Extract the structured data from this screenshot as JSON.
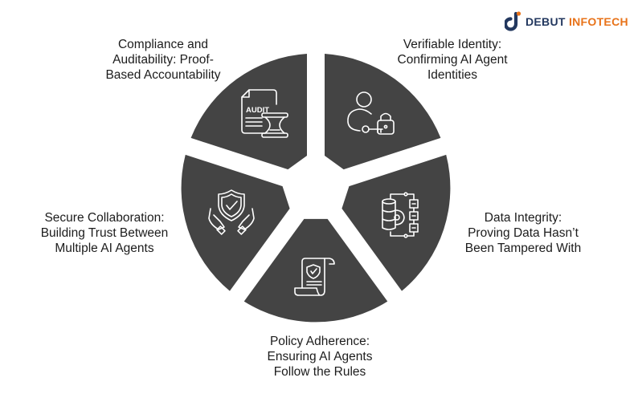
{
  "brand": {
    "name_part1": "DEBUT",
    "name_part2": "INFOTECH",
    "colors": {
      "primary": "#23385f",
      "accent": "#e8731a"
    }
  },
  "diagram": {
    "type": "segmented-wheel",
    "segment_color": "#444444",
    "icon_stroke": "#ffffff",
    "segments": [
      {
        "id": "compliance",
        "icon": "audit-document-hourglass-icon",
        "title": "Compliance and",
        "line2": "Auditability: Proof-",
        "line3": "Based Accountability",
        "icon_text": "AUDIT"
      },
      {
        "id": "identity",
        "icon": "user-key-lock-icon",
        "title": "Verifiable Identity:",
        "line2": "Confirming AI Agent",
        "line3": "Identities"
      },
      {
        "id": "integrity",
        "icon": "database-gear-flow-icon",
        "title": "Data Integrity:",
        "line2": "Proving Data Hasn’t",
        "line3": "Been Tampered With"
      },
      {
        "id": "policy",
        "icon": "policy-scroll-shield-icon",
        "title": "Policy Adherence:",
        "line2": "Ensuring AI Agents",
        "line3": "Follow the Rules"
      },
      {
        "id": "collab",
        "icon": "hands-shield-check-icon",
        "title": "Secure Collaboration:",
        "line2": "Building Trust Between",
        "line3": "Multiple AI Agents"
      }
    ]
  }
}
